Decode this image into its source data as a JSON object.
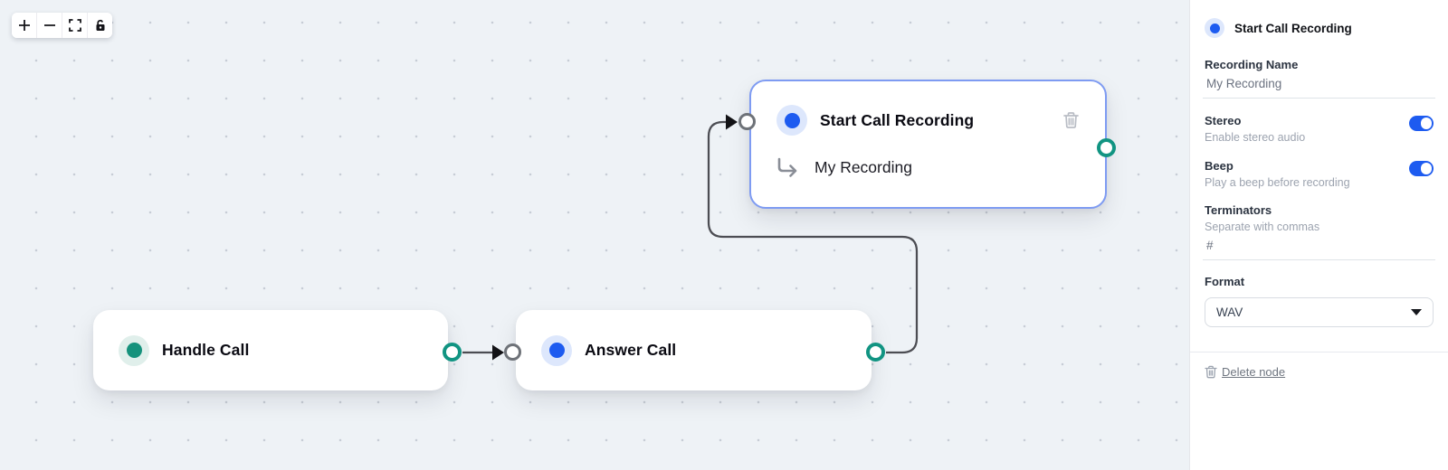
{
  "toolbar": {
    "buttons": [
      {
        "name": "zoom-in"
      },
      {
        "name": "zoom-out"
      },
      {
        "name": "fit-view"
      },
      {
        "name": "lock"
      }
    ]
  },
  "canvas": {
    "nodes": [
      {
        "id": "handle-call",
        "label": "Handle Call",
        "accent": "teal"
      },
      {
        "id": "answer-call",
        "label": "Answer Call",
        "accent": "blue"
      },
      {
        "id": "start-call-recording",
        "label": "Start Call Recording",
        "sublabel": "My Recording",
        "accent": "blue",
        "selected": true
      }
    ],
    "edges": [
      {
        "from": "handle-call",
        "to": "answer-call"
      },
      {
        "from": "answer-call",
        "to": "start-call-recording"
      }
    ]
  },
  "panel": {
    "title": "Start Call Recording",
    "recording_name": {
      "label": "Recording Name",
      "value": "My Recording"
    },
    "stereo": {
      "label": "Stereo",
      "description": "Enable stereo audio",
      "enabled": true
    },
    "beep": {
      "label": "Beep",
      "description": "Play a beep before recording",
      "enabled": true
    },
    "terminators": {
      "label": "Terminators",
      "description": "Separate with commas",
      "value": "#"
    },
    "format": {
      "label": "Format",
      "value": "WAV"
    },
    "delete_label": "Delete node"
  },
  "colors": {
    "accent_blue": "#1d5bf0",
    "accent_teal": "#15927c",
    "selected_node_border": "#7e9bf2",
    "edge": "#4c4d53",
    "canvas_background": "#eef2f6",
    "toggle_on": "#1d5bf0"
  }
}
